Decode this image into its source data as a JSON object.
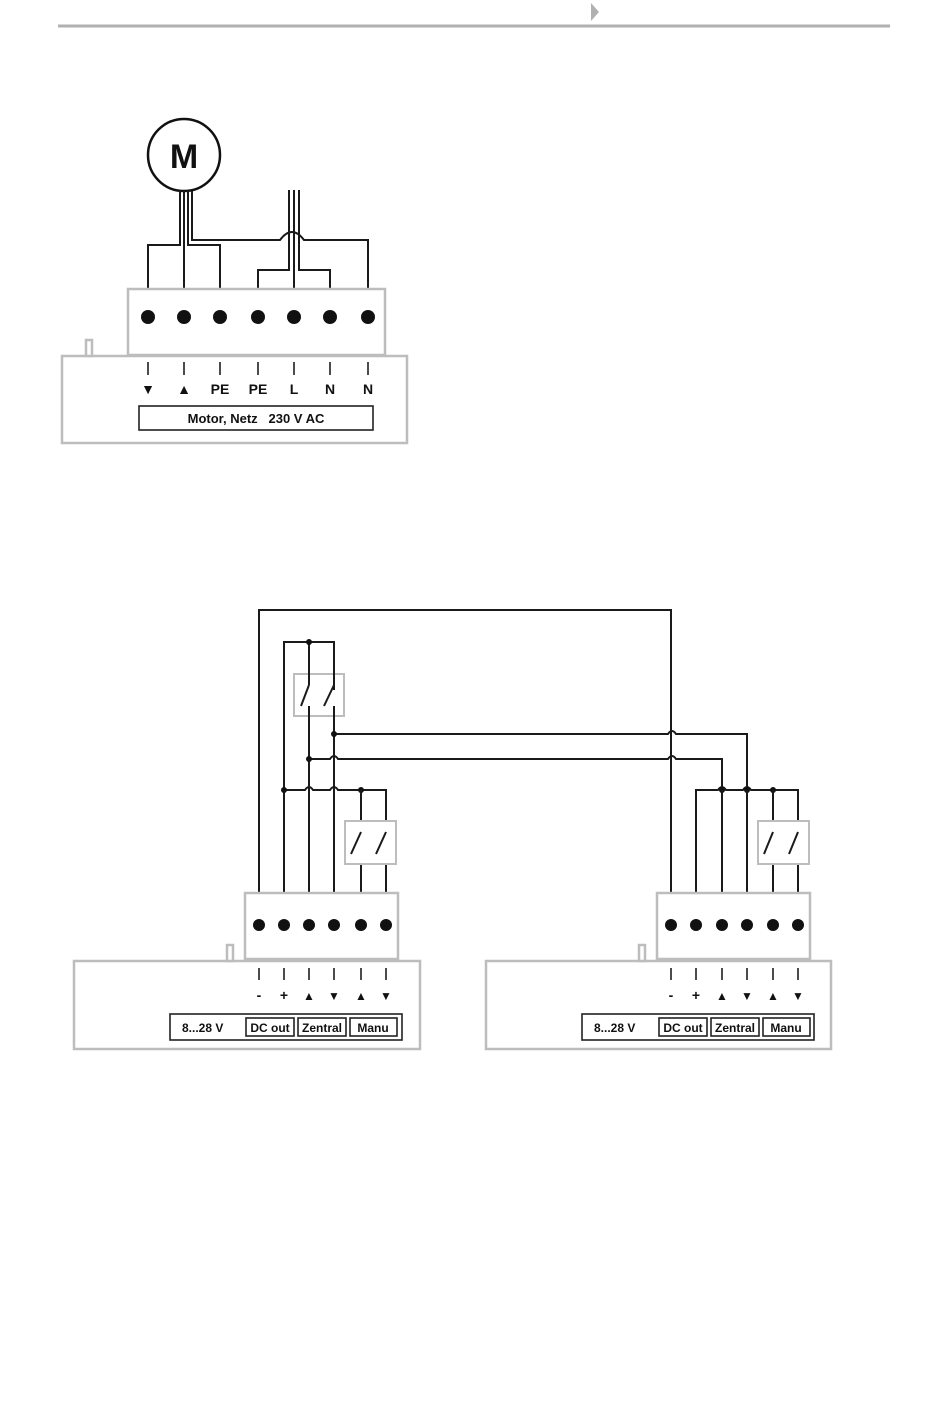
{
  "colors": {
    "line": "#1a1a1a",
    "frame": "#bdbdbd",
    "header_line": "#b0b0b0"
  },
  "header": {
    "arrow_icon": "triangle-right-icon"
  },
  "motor_diagram": {
    "motor_label": "M",
    "terminals": [
      "▼",
      "▲",
      "PE",
      "PE",
      "L",
      "N",
      "N"
    ],
    "caption": "Motor, Netz   230 V AC"
  },
  "control_diagram": {
    "left_unit": {
      "terminals": [
        "-",
        "+",
        "▲",
        "▼",
        "▲",
        "▼"
      ],
      "labels": [
        "8...28 V",
        "DC out",
        "Zentral",
        "Manu"
      ]
    },
    "right_unit": {
      "terminals": [
        "-",
        "+",
        "▲",
        "▼",
        "▲",
        "▼"
      ],
      "labels": [
        "8...28 V",
        "DC out",
        "Zentral",
        "Manu"
      ]
    }
  }
}
